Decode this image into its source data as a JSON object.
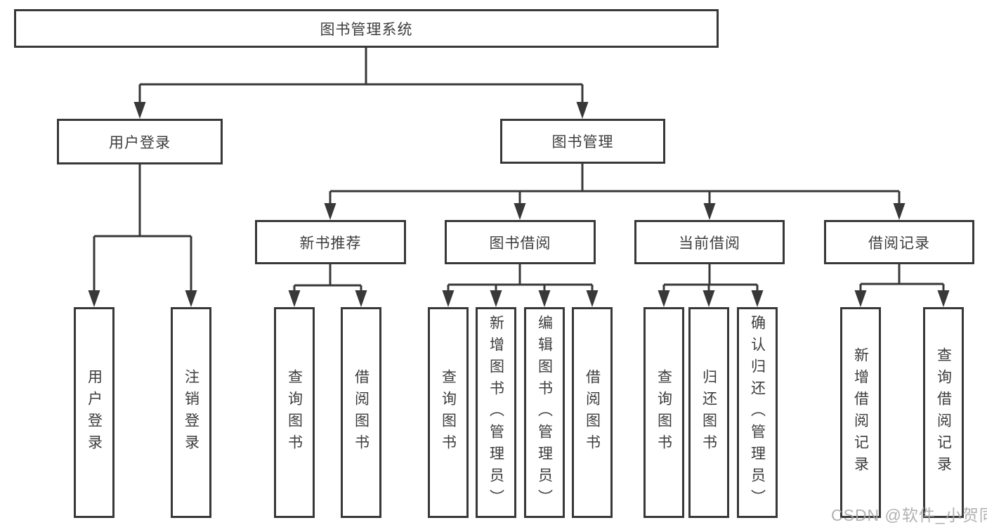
{
  "colors": {
    "line": "#383838",
    "text": "#3d3d3d",
    "watermark": "#a9a9a9",
    "background": "#ffffff"
  },
  "nodes": {
    "root": "图书管理系统",
    "user_login": "用户登录",
    "book_management": "图书管理",
    "new_book_recommend": "新书推荐",
    "book_borrow": "图书借阅",
    "current_borrow": "当前借阅",
    "borrow_records": "借阅记录",
    "leaves": {
      "user_login": "用户登录",
      "logout": "注销登录",
      "query_books_recommend": "查询图书",
      "borrow_books_recommend": "借阅图书",
      "query_books_borrow": "查询图书",
      "add_books_admin": "新增图书（管理员）",
      "edit_books_admin": "编辑图书（管理员）",
      "borrow_books": "借阅图书",
      "query_books_current": "查询图书",
      "return_books": "归还图书",
      "confirm_return_admin": "确认归还（管理员）",
      "add_borrow_record": "新增借阅记录",
      "query_borrow_record": "查询借阅记录"
    }
  },
  "hierarchy": {
    "图书管理系统": {
      "用户登录": [
        "用户登录",
        "注销登录"
      ],
      "图书管理": {
        "新书推荐": [
          "查询图书",
          "借阅图书"
        ],
        "图书借阅": [
          "查询图书",
          "新增图书（管理员）",
          "编辑图书（管理员）",
          "借阅图书"
        ],
        "当前借阅": [
          "查询图书",
          "归还图书",
          "确认归还（管理员）"
        ],
        "借阅记录": [
          "新增借阅记录",
          "查询借阅记录"
        ]
      }
    }
  },
  "watermark": {
    "text": "CSDN @软件_小贺同学"
  }
}
